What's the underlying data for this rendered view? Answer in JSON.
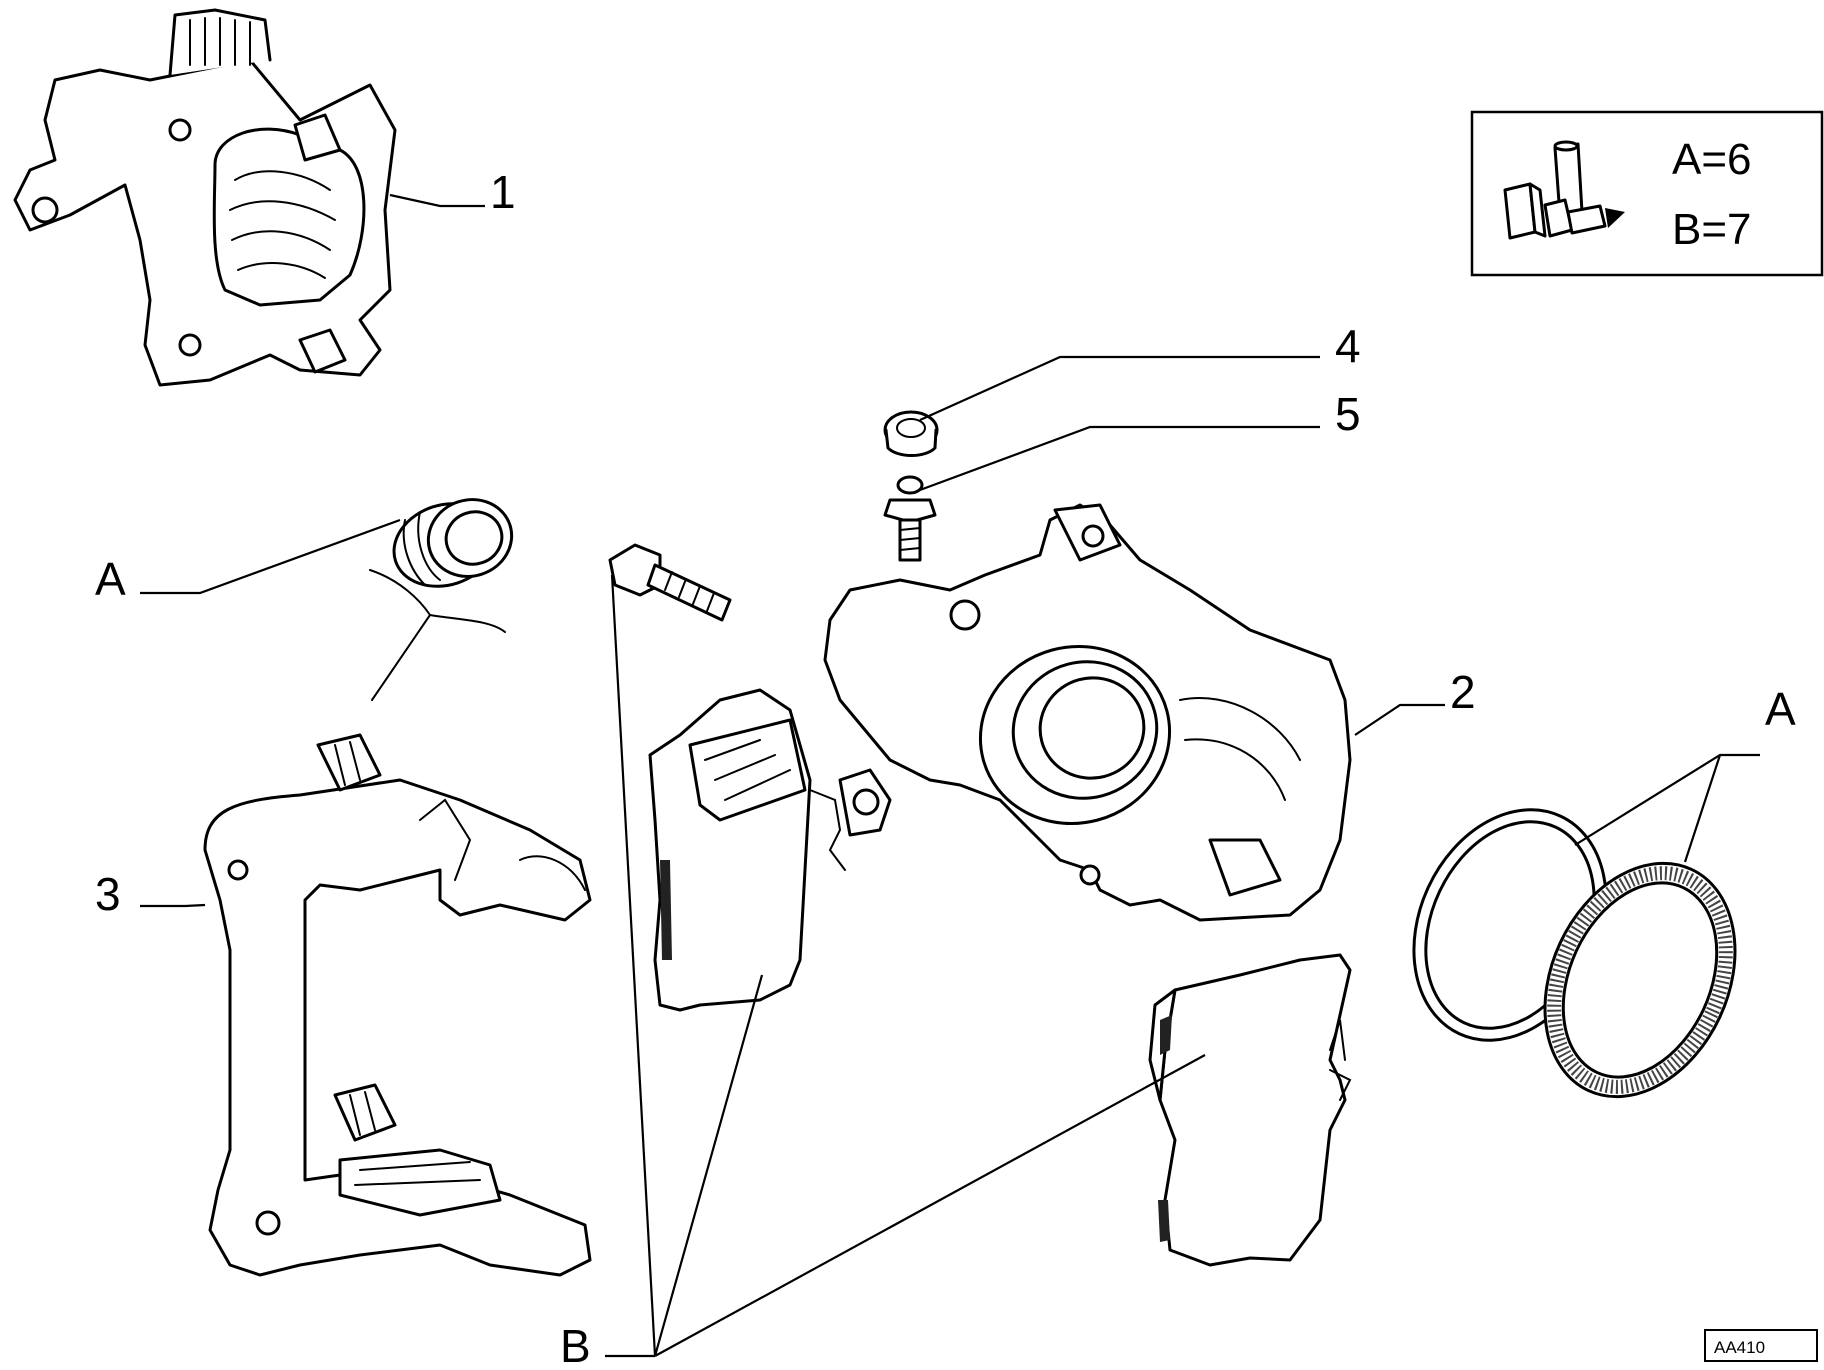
{
  "callouts": {
    "c1": "1",
    "c2": "2",
    "c3": "3",
    "c4": "4",
    "c5": "5",
    "a_left": "A",
    "a_right": "A",
    "b": "B"
  },
  "legend": {
    "line1": "A=6",
    "line2": "B=7",
    "icon": "lubricant-tubes-icon"
  },
  "reference": "AA410"
}
